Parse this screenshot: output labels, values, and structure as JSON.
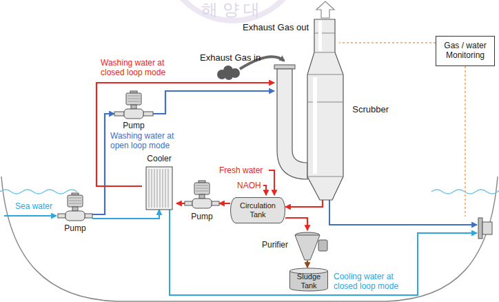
{
  "diagram": {
    "nodes": [
      {
        "text": [
          "Gas / water Monitoring"
        ]
      },
      {
        "text": [
          "Scrubber"
        ]
      },
      {
        "text": [
          "Pump"
        ]
      },
      {
        "text": [
          "Circulation Tank"
        ]
      },
      {
        "text": [
          "Pump"
        ]
      },
      {
        "text": [
          "Cooler"
        ]
      },
      {
        "text": [
          "Pump"
        ]
      },
      {
        "text": [
          "Purifier"
        ]
      },
      {
        "text": [
          "Sludge Tank"
        ]
      }
    ],
    "edges": [
      {
        "from": 6,
        "to": 5,
        "arrow": "to"
      },
      {
        "from": 6,
        "to": 2,
        "arrow": "to"
      },
      {
        "from": 2,
        "to": 1,
        "arrow": "to"
      },
      {
        "from": 1,
        "to": 3,
        "arrow": "to"
      },
      {
        "from": 3,
        "to": 4,
        "arrow": "to"
      },
      {
        "from": 4,
        "to": 5,
        "arrow": "to"
      },
      {
        "from": 5,
        "to": 1,
        "arrow": "to"
      },
      {
        "from": 3,
        "to": 7,
        "arrow": "to"
      },
      {
        "from": 7,
        "to": 8,
        "arrow": "to"
      }
    ],
    "labels": [
      "Exhaust Gas out",
      "Exhaust Gas in",
      "Washing water at closed loop mode",
      "Washing water at open loop mode",
      "Fresh water",
      "NAOH",
      "Sea water",
      "Cooling water at closed loop mode",
      "해 양 대"
    ]
  }
}
